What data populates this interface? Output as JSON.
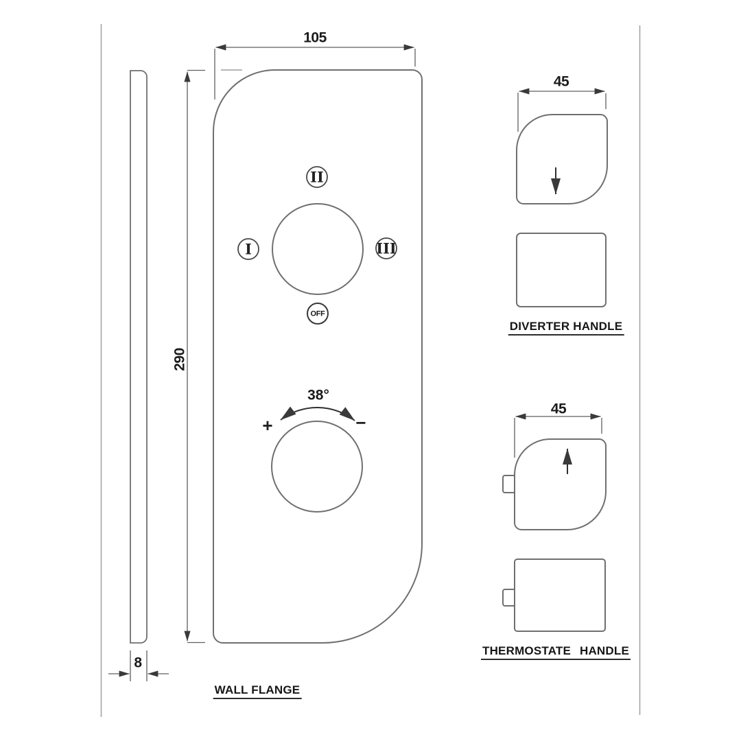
{
  "colors": {
    "outline": "#6f6f6f",
    "dimension": "#5f5f5f",
    "marker": "#454545",
    "text": "#1c1c1c",
    "frame": "#a3a3a3",
    "background": "#ffffff"
  },
  "wall_flange": {
    "caption": "WALL FLANGE",
    "width_mm": "105",
    "height_mm": "290",
    "thickness_mm": "8",
    "diverter_positions": {
      "top": "II",
      "left": "I",
      "right": "III",
      "bottom": "OFF"
    },
    "thermostat": {
      "angle": "38°",
      "hot": "+",
      "cold": "−"
    }
  },
  "diverter_handle": {
    "caption": "DIVERTER HANDLE",
    "width_mm": "45"
  },
  "thermostate_handle": {
    "caption": "THERMOSTATE HANDLE",
    "width_mm": "45"
  }
}
